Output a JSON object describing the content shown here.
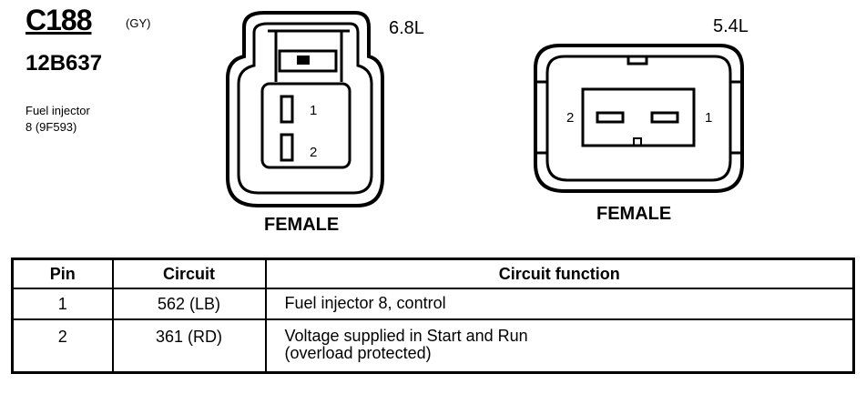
{
  "connector": {
    "id": "C188",
    "color": "(GY)",
    "part_number": "12B637",
    "description_line1": "Fuel injector",
    "description_line2": "8 (9F593)"
  },
  "views": [
    {
      "engine": "6.8L",
      "gender": "FEMALE",
      "pin_labels": [
        "1",
        "2"
      ]
    },
    {
      "engine": "5.4L",
      "gender": "FEMALE",
      "pin_labels": [
        "2",
        "1"
      ]
    }
  ],
  "table": {
    "headers": [
      "Pin",
      "Circuit",
      "Circuit function"
    ],
    "rows": [
      {
        "pin": "1",
        "circuit": "562 (LB)",
        "function_lines": [
          "Fuel injector 8, control"
        ]
      },
      {
        "pin": "2",
        "circuit": "361 (RD)",
        "function_lines": [
          "Voltage supplied in Start and Run",
          "(overload protected)"
        ]
      }
    ]
  }
}
